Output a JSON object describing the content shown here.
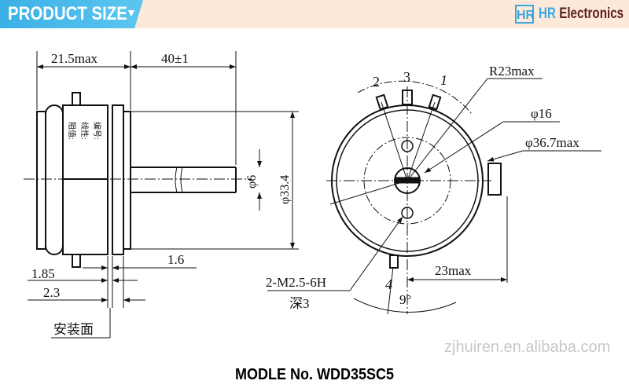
{
  "header": {
    "title": "PRODUCT SIZE",
    "logo_mark": "HR",
    "logo_brand": "HR",
    "logo_name": "Electronics"
  },
  "drawing": {
    "dims": {
      "d21_5": "21.5max",
      "d40": "40±1",
      "d6": "φ6",
      "d33_4": "φ33.4",
      "d1_6": "1.6",
      "d1_85": "1.85",
      "d2_3": "2.3",
      "mount_face": "安装面",
      "r23": "R23max",
      "d16": "φ16",
      "d36_7": "φ36.7max",
      "d23": "23max",
      "thread": "2-M2.5-6H",
      "depth": "深3",
      "angle": "9°"
    },
    "body_labels": [
      "阻值:",
      "线性:",
      "编号:"
    ],
    "pins": [
      "1",
      "2",
      "3",
      "4"
    ],
    "watermark": "zjhuiren.en.alibaba.com"
  },
  "footer": {
    "model": "MODLE No.  WDD35SC5"
  }
}
